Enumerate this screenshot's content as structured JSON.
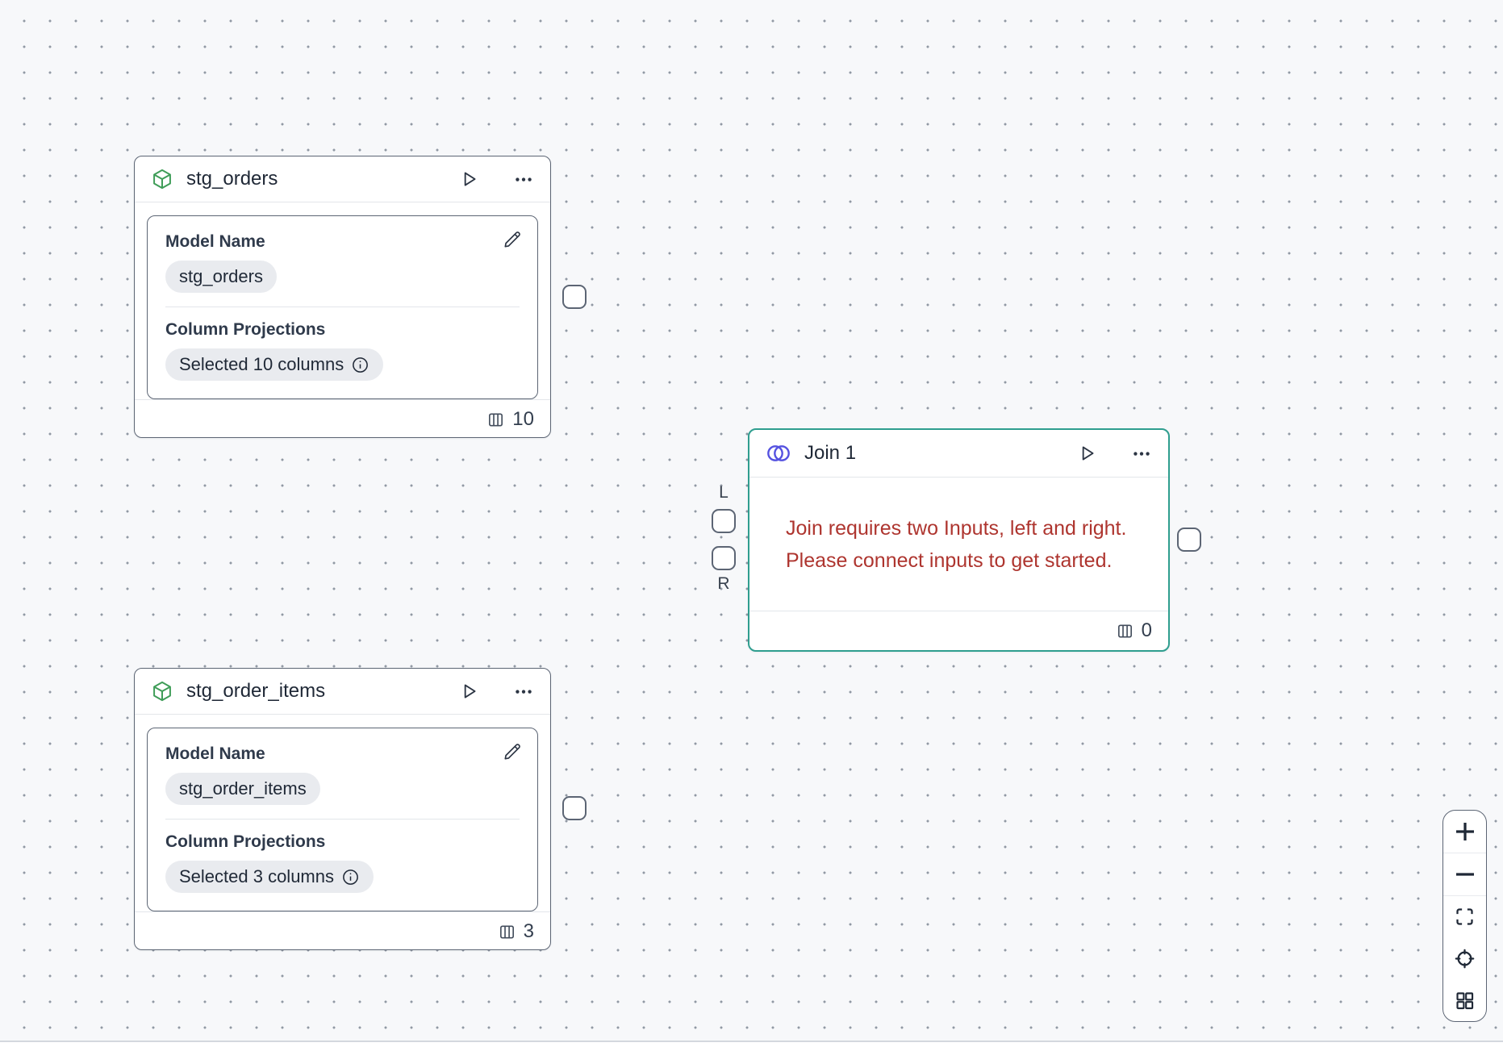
{
  "canvas": {
    "background": "#f7f8fa",
    "dot_color": "#9199a4"
  },
  "colors": {
    "node_border": "#5c6574",
    "selected_border_teal": "#2f9e8f",
    "model_icon_green": "#3f9d58",
    "join_icon_indigo": "#5552e0",
    "error_red": "#ae352f",
    "chip_background": "#e9ebef"
  },
  "nodes": {
    "stg_orders": {
      "title": "stg_orders",
      "model_name_label": "Model Name",
      "model_name_value": "stg_orders",
      "projections_label": "Column Projections",
      "projections_value": "Selected 10 columns",
      "column_count": "10"
    },
    "stg_order_items": {
      "title": "stg_order_items",
      "model_name_label": "Model Name",
      "model_name_value": "stg_order_items",
      "projections_label": "Column Projections",
      "projections_value": "Selected 3 columns",
      "column_count": "3"
    },
    "join": {
      "title": "Join 1",
      "error_line1": "Join requires two Inputs, left and right.",
      "error_line2": "Please connect inputs to get started.",
      "column_count": "0",
      "left_port_label": "L",
      "right_port_label": "R"
    }
  },
  "icons": {
    "model-icon": "green 3d cube outline",
    "join-icon": "two overlapping indigo circles (venn)",
    "run-icon": "play triangle outline",
    "more-icon": "horizontal ellipsis …",
    "edit-icon": "pencil",
    "info-icon": "ⓘ",
    "columns-icon": "table columns glyph",
    "zoom-in-icon": "+",
    "zoom-out-icon": "−",
    "fit-view-icon": "corner brackets",
    "locate-icon": "crosshair circle",
    "grid-icon": "2x2 squares"
  }
}
